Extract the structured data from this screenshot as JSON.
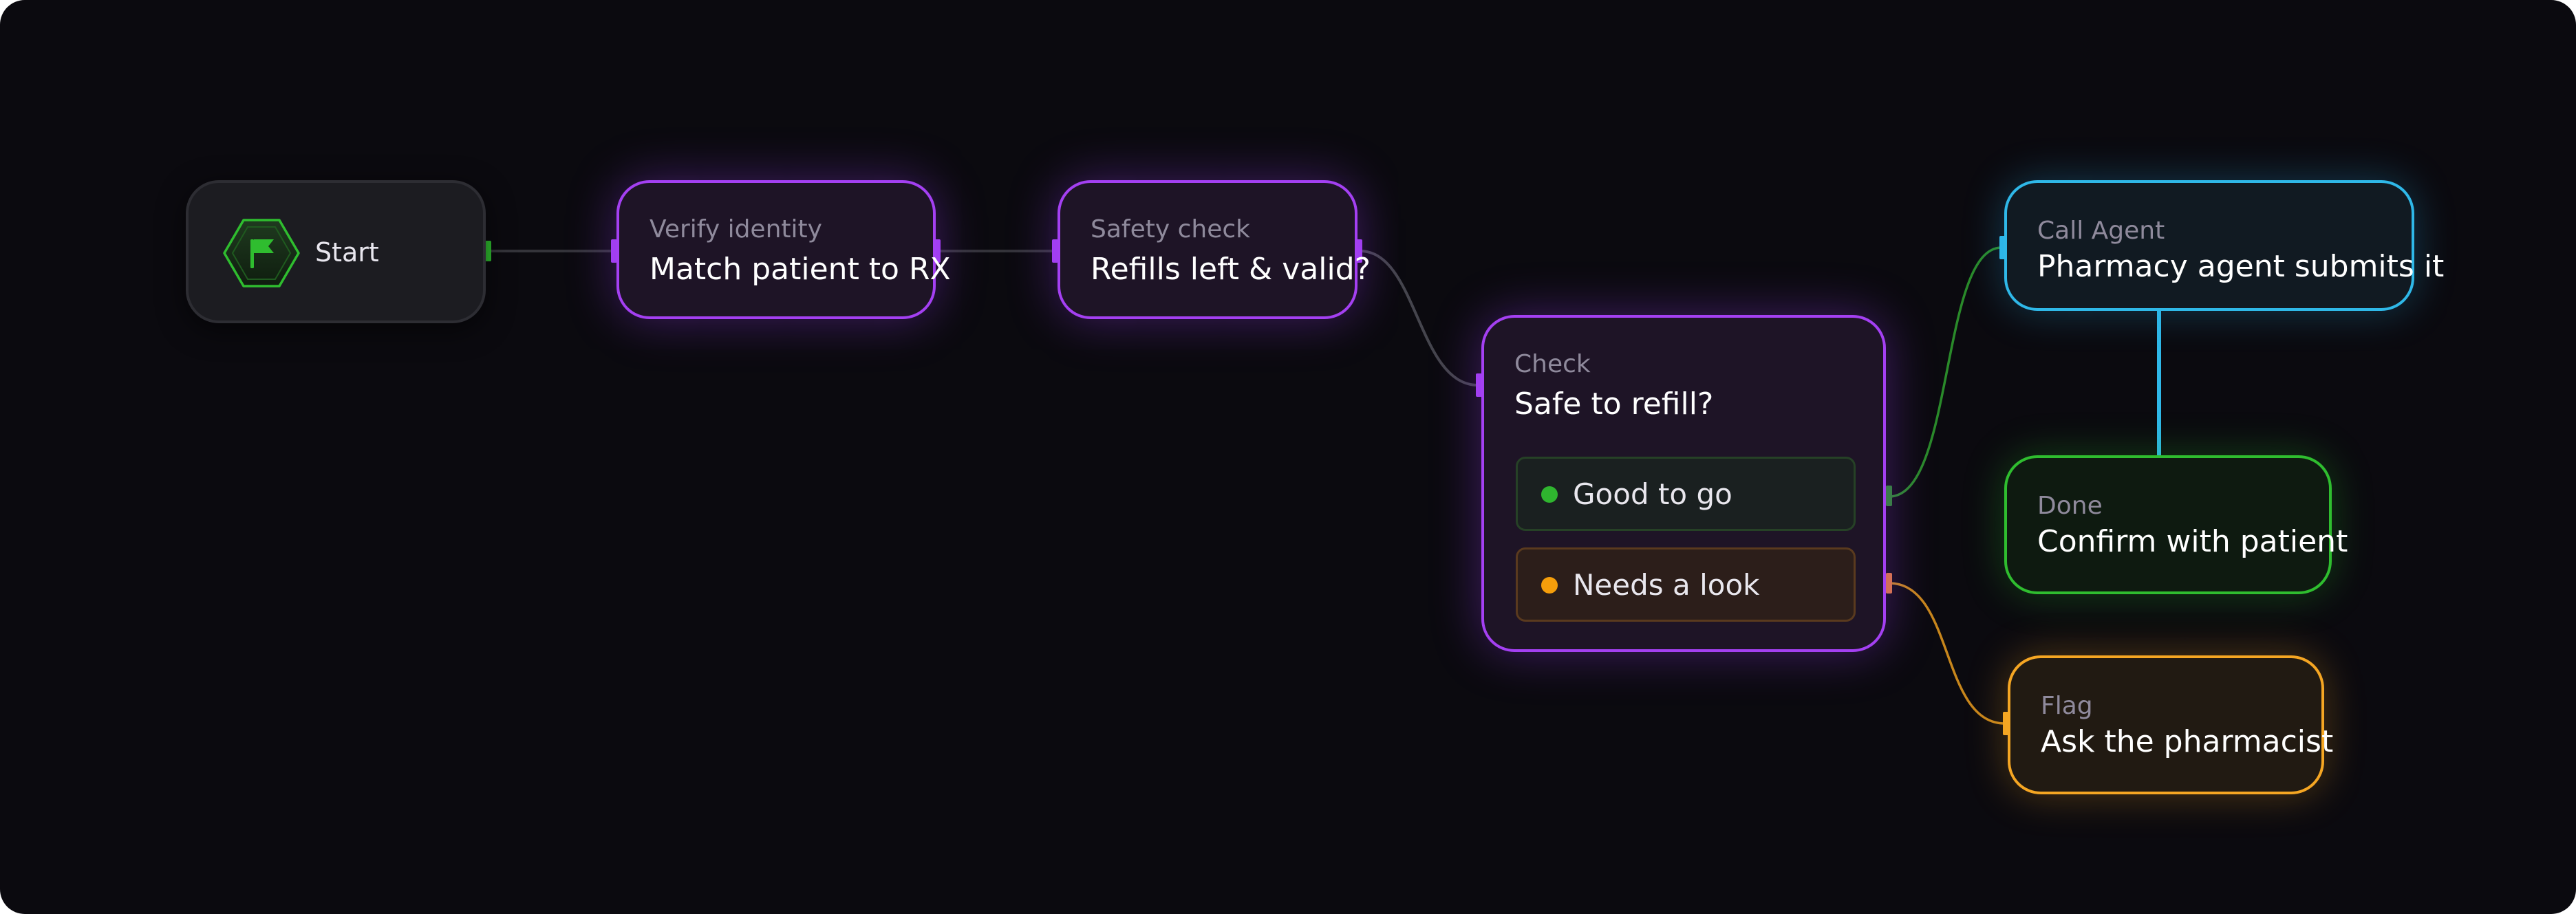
{
  "nodes": {
    "start": {
      "label": "Start"
    },
    "verify": {
      "label": "Verify identity",
      "text": "Match patient to RX"
    },
    "safety": {
      "label": "Safety check",
      "text": "Refills left & valid?"
    },
    "check": {
      "label": "Check",
      "text": "Safe to refill?",
      "options": [
        {
          "label": "Good to go",
          "color": "#2fb52f"
        },
        {
          "label": "Needs a look",
          "color": "#f59e0b"
        }
      ]
    },
    "call": {
      "label": "Call Agent",
      "text": "Pharmacy agent submits it"
    },
    "done": {
      "label": "Done",
      "text": "Confirm with patient"
    },
    "flag": {
      "label": "Flag",
      "text": "Ask the pharmacist"
    }
  },
  "edges": [
    {
      "from": "Start",
      "to": "Verify identity"
    },
    {
      "from": "Verify identity",
      "to": "Safety check"
    },
    {
      "from": "Safety check",
      "to": "Check"
    },
    {
      "from": "Good to go",
      "to": "Call Agent"
    },
    {
      "from": "Call Agent",
      "to": "Done"
    },
    {
      "from": "Needs a look",
      "to": "Flag"
    }
  ],
  "colors": {
    "background": "#0b0a0f",
    "purple": "#a440f2",
    "green": "#2fbd2f",
    "blue": "#2fb8e8",
    "orange": "#f5a623"
  },
  "icons": {
    "start": "flag-icon"
  }
}
